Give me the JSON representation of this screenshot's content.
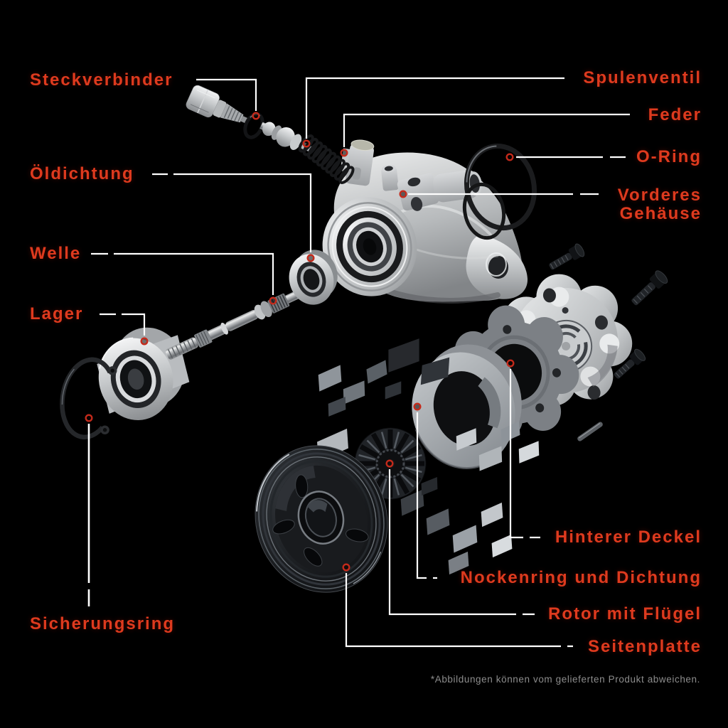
{
  "diagram": {
    "background": "#000000",
    "accent_red": "#de3a1e",
    "marker_red": "#c42a1b",
    "leader_white": "#ffffff",
    "footnote_grey": "#8d8d8d",
    "labels": {
      "steckverbinder": "Steckverbinder",
      "spulenventil": "Spulenventil",
      "feder": "Feder",
      "o_ring": "O-Ring",
      "vorderes_gehaeuse": "Vorderes Gehäuse",
      "oeldichtung": "Öldichtung",
      "welle": "Welle",
      "lager": "Lager",
      "sicherungsring": "Sicherungsring",
      "hinterer_deckel": "Hinterer Deckel",
      "nockenring_und_dichtung": "Nockenring und Dichtung",
      "rotor_mit_fluegel": "Rotor mit Flügel",
      "seitenplatte": "Seitenplatte"
    },
    "footnote": "*Abbildungen können vom gelieferten Produkt abweichen."
  }
}
